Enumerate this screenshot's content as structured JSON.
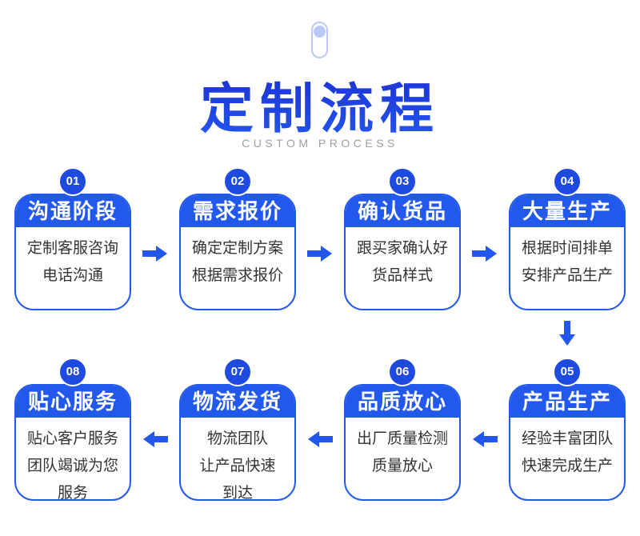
{
  "header": {
    "title": "定制流程",
    "subtitle": "CUSTOM PROCESS"
  },
  "colors": {
    "title_top": "#1b2fd0",
    "title_bottom": "#2457ee",
    "primary": "#2259ec",
    "badge": "#1e4ae0",
    "arrow": "#2356ea",
    "body_text": "#333333",
    "subtitle_text": "#9e9e9e",
    "pill_icon": "#b9c8f8"
  },
  "steps": [
    {
      "number": "01",
      "title": "沟通阶段",
      "lines": [
        "定制客服咨询",
        "电话沟通"
      ]
    },
    {
      "number": "02",
      "title": "需求报价",
      "lines": [
        "确定定制方案",
        "根据需求报价"
      ]
    },
    {
      "number": "03",
      "title": "确认货品",
      "lines": [
        "跟买家确认好",
        "货品样式"
      ]
    },
    {
      "number": "04",
      "title": "大量生产",
      "lines": [
        "根据时间排单",
        "安排产品生产"
      ]
    },
    {
      "number": "05",
      "title": "产品生产",
      "lines": [
        "经验丰富团队",
        "快速完成生产"
      ]
    },
    {
      "number": "06",
      "title": "品质放心",
      "lines": [
        "出厂质量检测",
        "质量放心"
      ]
    },
    {
      "number": "07",
      "title": "物流发货",
      "lines": [
        "物流团队",
        "让产品快速",
        "到达"
      ]
    },
    {
      "number": "08",
      "title": "贴心服务",
      "lines": [
        "贴心客户服务",
        "团队竭诚为您",
        "服务"
      ]
    }
  ]
}
